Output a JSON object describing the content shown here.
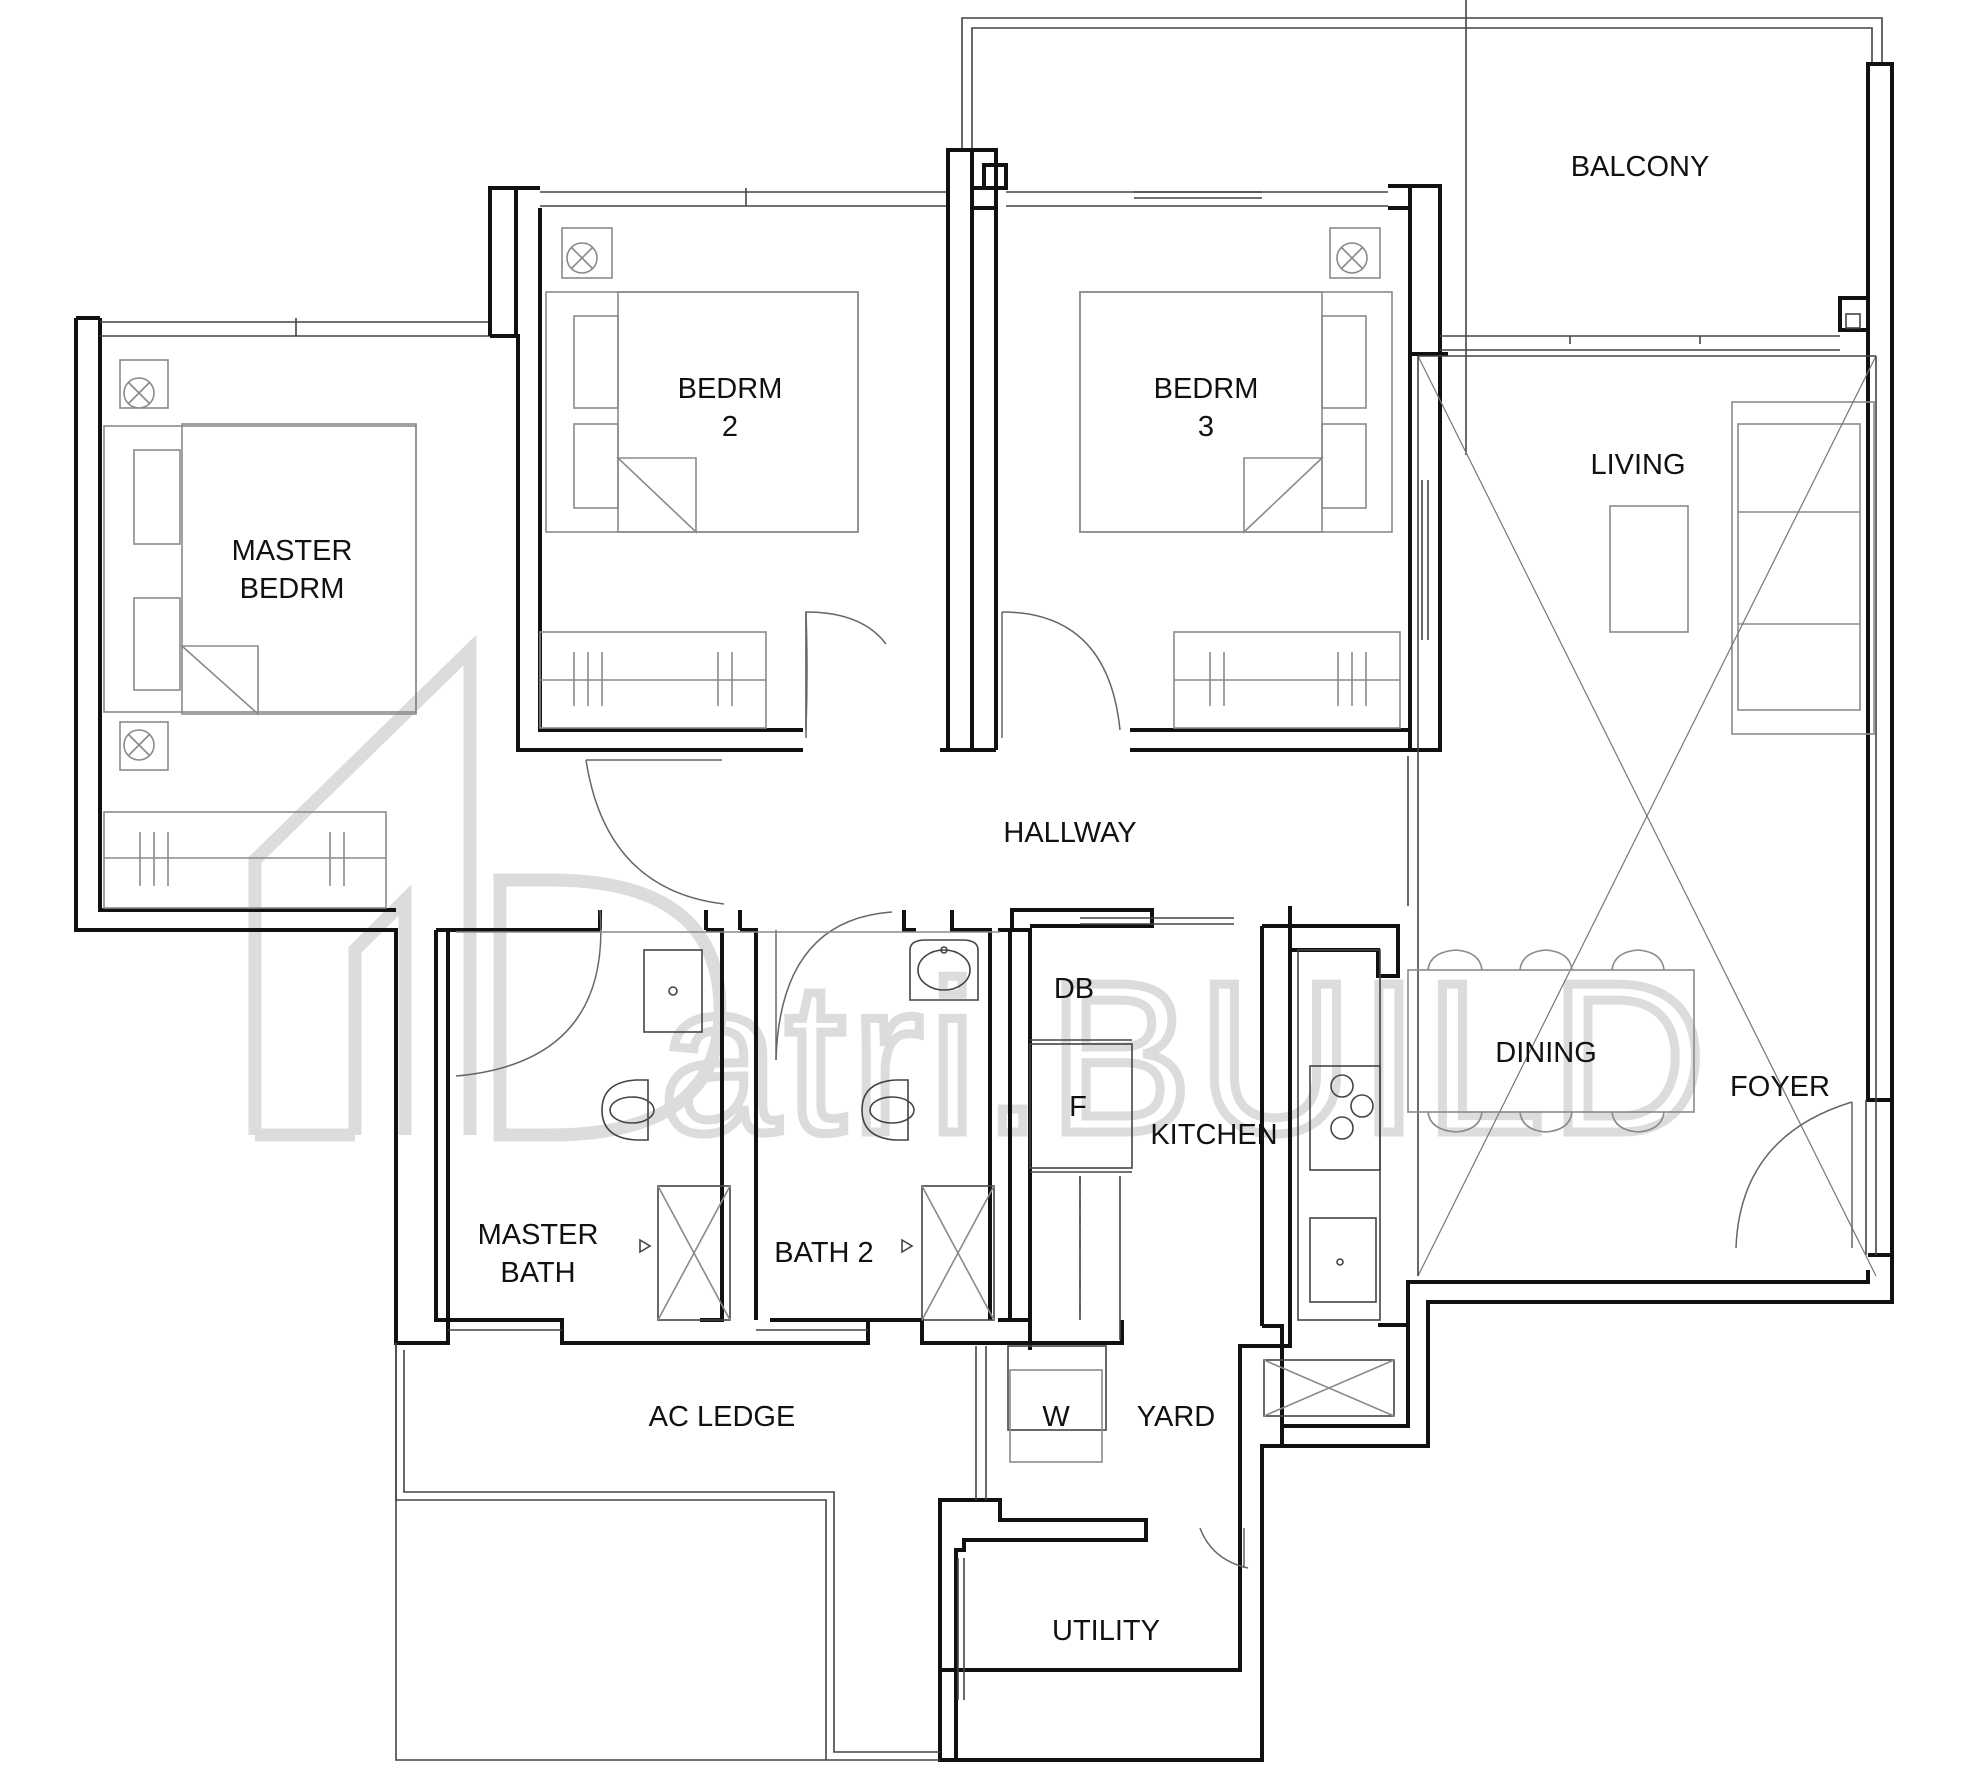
{
  "rooms": {
    "balcony": "BALCONY",
    "bedroom2": [
      "BEDRM",
      "2"
    ],
    "bedroom3": [
      "BEDRM",
      "3"
    ],
    "master_bedroom": [
      "MASTER",
      "BEDRM"
    ],
    "living": "LIVING",
    "hallway": "HALLWAY",
    "db": "DB",
    "fridge": "F",
    "kitchen": "KITCHEN",
    "dining": "DINING",
    "foyer": "FOYER",
    "master_bath": [
      "MASTER",
      "BATH"
    ],
    "bath2": "BATH 2",
    "ac_ledge": "AC LEDGE",
    "washer": "W",
    "yard": "YARD",
    "utility": "UTILITY"
  },
  "watermark": {
    "text": "atri.BUILD"
  }
}
